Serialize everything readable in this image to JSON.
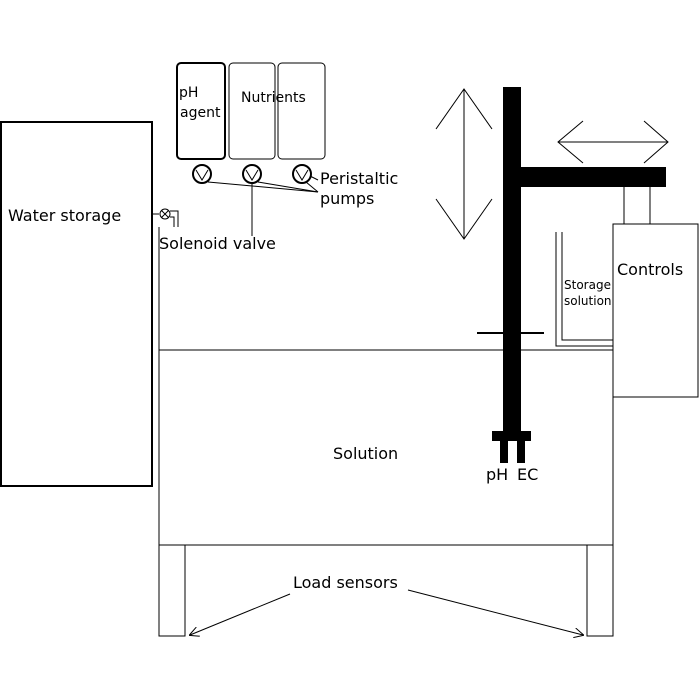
{
  "labels": {
    "water_storage": "Water storage",
    "ph_agent_line1": "pH",
    "ph_agent_line2": "agent",
    "nutrients": "Nutrients",
    "peristaltic_line1": "Peristaltic",
    "peristaltic_line2": "pumps",
    "solenoid_valve": "Solenoid valve",
    "controls": "Controls",
    "storage_line1": "Storage",
    "storage_line2": "solution",
    "solution": "Solution",
    "ph": "pH",
    "ec": "EC",
    "load_sensors": "Load sensors"
  }
}
